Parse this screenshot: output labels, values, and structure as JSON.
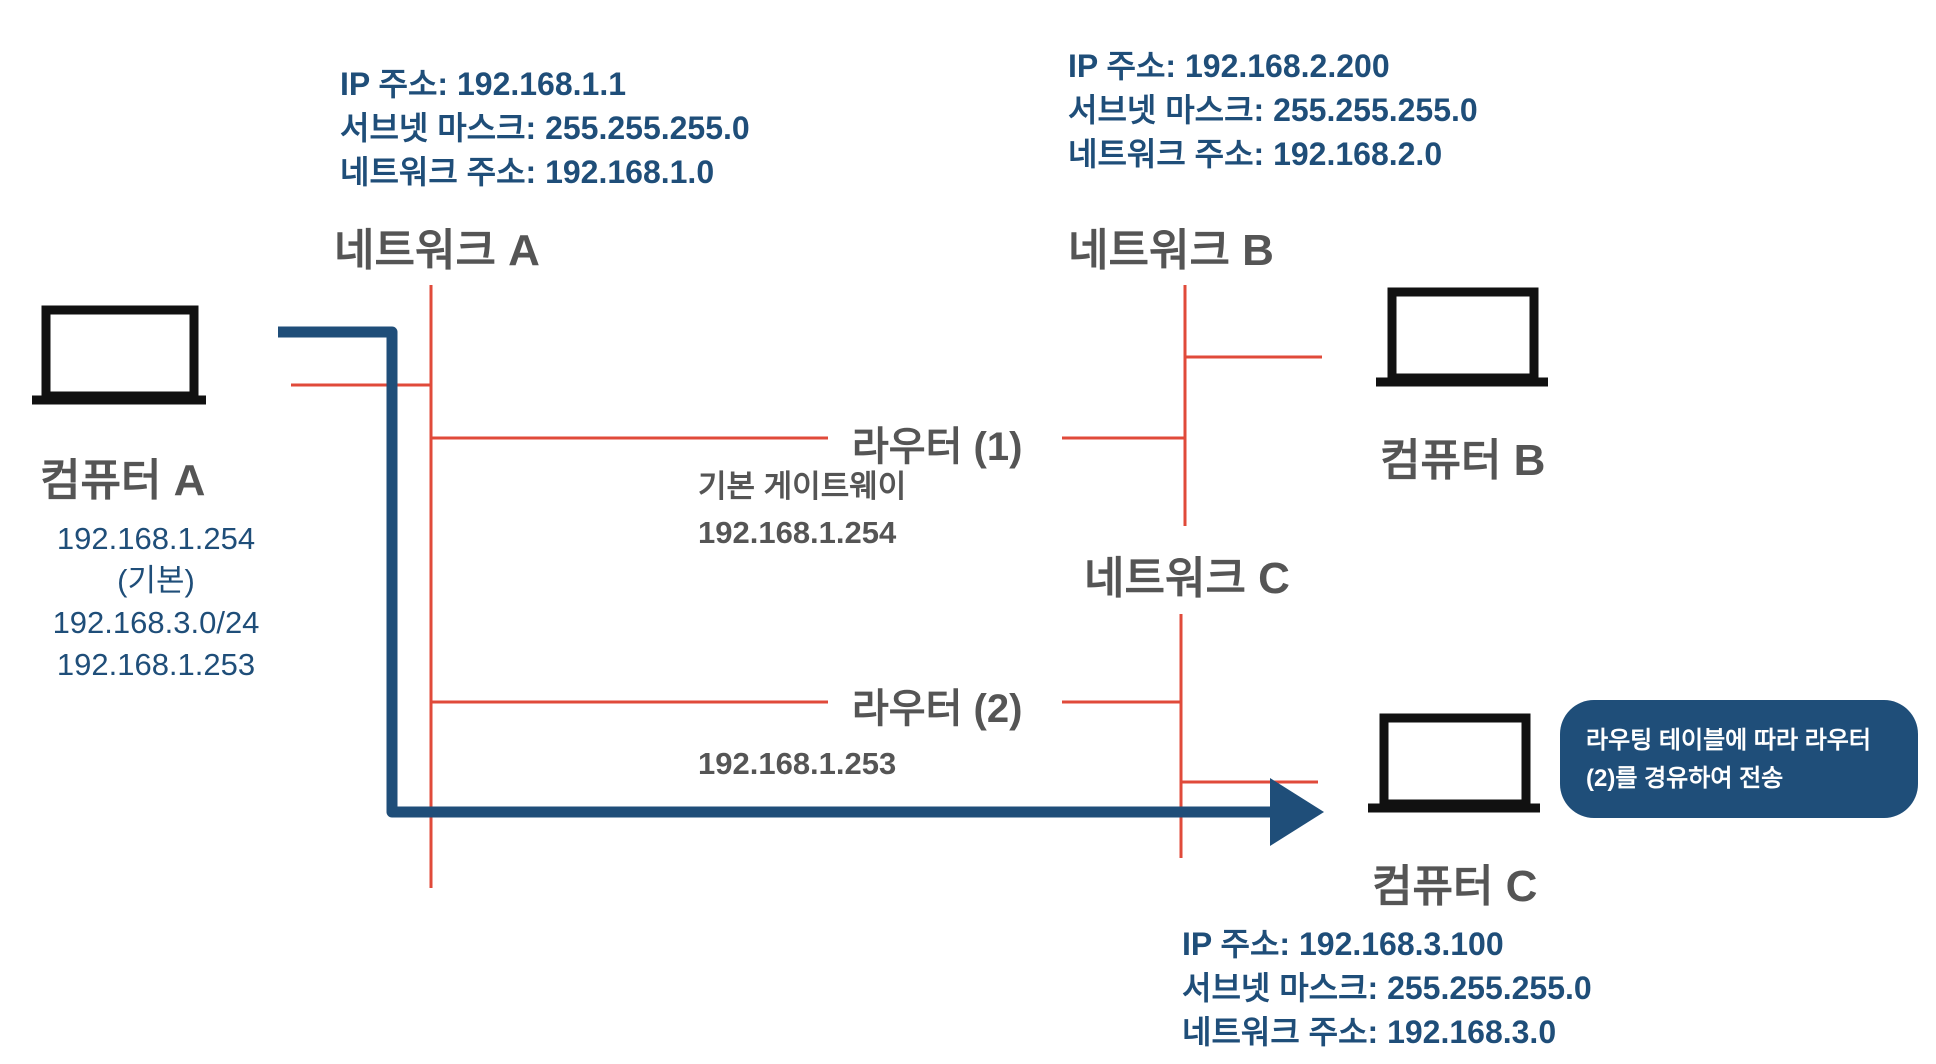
{
  "network_a": {
    "label": "네트워크 A",
    "ip": "IP 주소: 192.168.1.1",
    "subnet": "서브넷 마스크: 255.255.255.0",
    "network_address": "네트워크 주소: 192.168.1.0"
  },
  "network_b": {
    "label": "네트워크 B",
    "ip": "IP 주소: 192.168.2.200",
    "subnet": "서브넷 마스크: 255.255.255.0",
    "network_address": "네트워크 주소: 192.168.2.0"
  },
  "network_c": {
    "label": "네트워크 C"
  },
  "computer_a": {
    "label": "컴퓨터 A",
    "routing_table": [
      "192.168.1.254",
      "(기본)",
      "192.168.3.0/24",
      "192.168.1.253"
    ]
  },
  "computer_b": {
    "label": "컴퓨터 B"
  },
  "computer_c": {
    "label": "컴퓨터 C",
    "ip": "IP 주소: 192.168.3.100",
    "subnet": "서브넷 마스크: 255.255.255.0",
    "network_address": "네트워크 주소: 192.168.3.0"
  },
  "router_1": {
    "label": "라우터 (1)",
    "gateway_label": "기본 게이트웨이",
    "ip": "192.168.1.254"
  },
  "router_2": {
    "label": "라우터 (2)",
    "ip": "192.168.1.253"
  },
  "callout": {
    "line1": "라우팅 테이블에 따라 라우터",
    "line2": "(2)를 경유하여 전송"
  },
  "colors": {
    "network_line": "#e04a3a",
    "route_arrow": "#1f4e79",
    "info_text": "#1f4e79",
    "label_text": "#555555",
    "laptop": "#111111"
  }
}
